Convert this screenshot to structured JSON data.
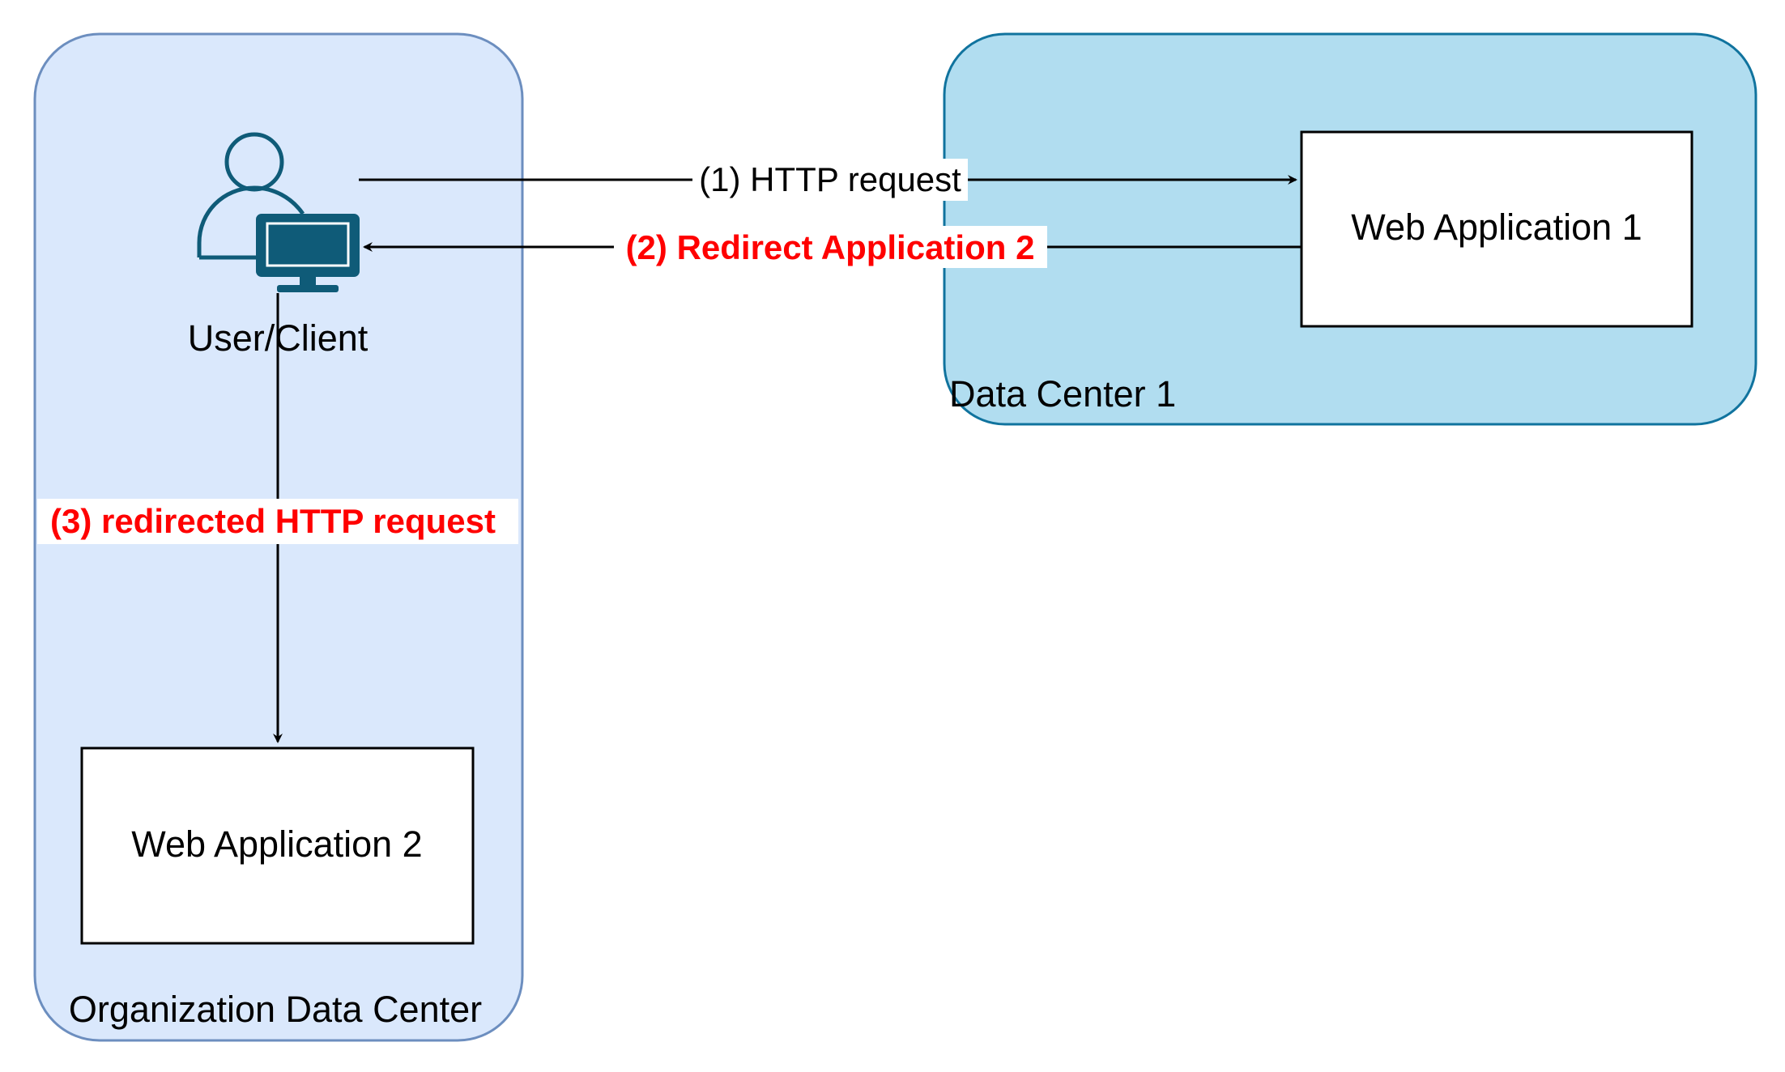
{
  "containers": {
    "organization": {
      "label": "Organization Data Center",
      "fill": "#dae8fc",
      "stroke": "#6c8ebf"
    },
    "datacenter1": {
      "label": "Data Center 1",
      "fill": "#b1ddf0",
      "stroke": "#10739e"
    }
  },
  "nodes": {
    "user_client": {
      "label": "User/Client",
      "icon": "user-computer-icon",
      "icon_color": "#0f5b78"
    },
    "web_app_1": {
      "label": "Web Application 1"
    },
    "web_app_2": {
      "label": "Web Application 2"
    }
  },
  "edges": {
    "http_request": {
      "label": "(1) HTTP request",
      "color": "#000000"
    },
    "redirect": {
      "label": "(2) Redirect Application 2",
      "color": "#ff0000"
    },
    "redirected_request": {
      "label": "(3) redirected HTTP request",
      "color": "#ff0000"
    }
  }
}
